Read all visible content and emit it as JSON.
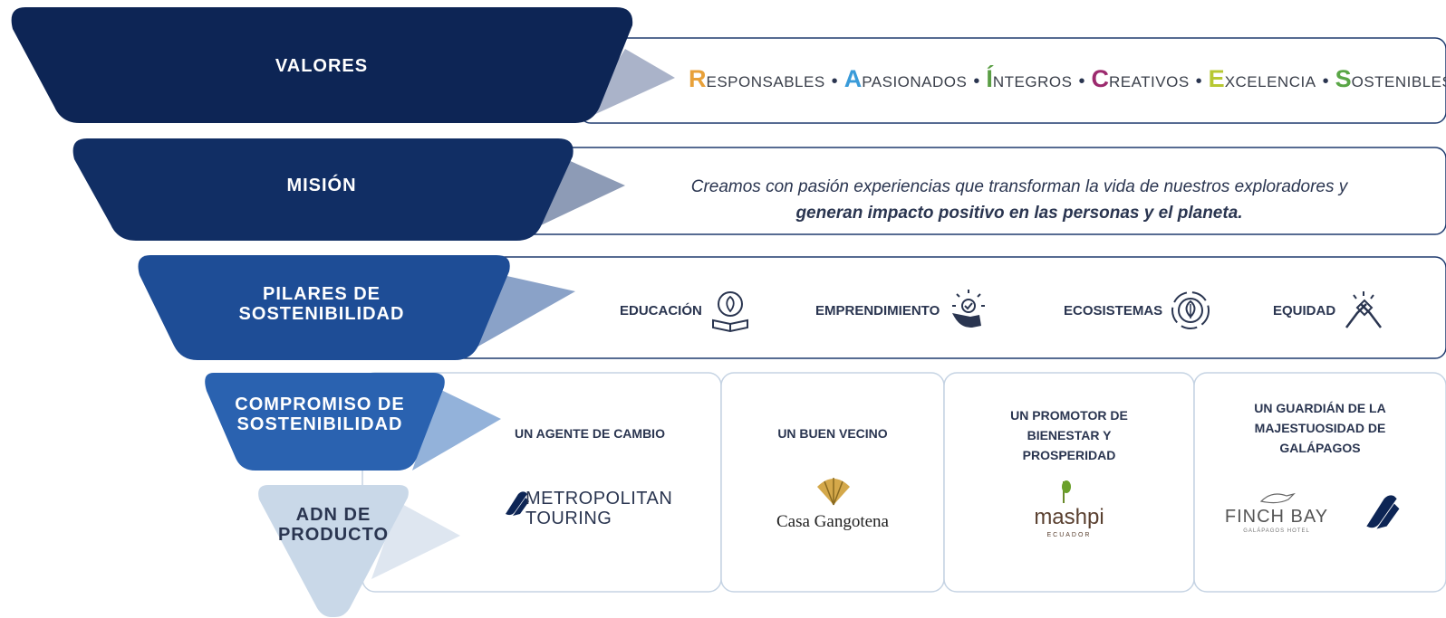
{
  "funnel": {
    "valores": "VALORES",
    "mision": "MISIÓN",
    "pilares": "PILARES DE\nSOSTENIBILIDAD",
    "compromiso": "COMPROMISO DE\nSOSTENIBILIDAD",
    "adn": "ADN DE\nPRODUCTO"
  },
  "values_row": [
    {
      "initial": "R",
      "rest": "ESPONSABLES",
      "color": "#e8a13a"
    },
    {
      "initial": "A",
      "rest": "PASIONADOS",
      "color": "#3a9bd9"
    },
    {
      "initial": "Í",
      "rest": "NTEGROS",
      "color": "#5a9e44"
    },
    {
      "initial": "C",
      "rest": "REATIVOS",
      "color": "#9c2a6e"
    },
    {
      "initial": "E",
      "rest": "XCELENCIA",
      "color": "#b7c832"
    },
    {
      "initial": "S",
      "rest": "OSTENIBLES",
      "color": "#5aa646"
    }
  ],
  "mission": {
    "line1": "Creamos con pasión experiencias que transforman la vida de nuestros exploradores y",
    "line2": "generan impacto positivo en las personas y el planeta."
  },
  "pillars": [
    {
      "label": "EDUCACIÓN",
      "icon": "globe-book-icon"
    },
    {
      "label": "EMPRENDIMIENTO",
      "icon": "hand-idea-icon"
    },
    {
      "label": "ECOSISTEMAS",
      "icon": "cycle-leaf-icon"
    },
    {
      "label": "EQUIDAD",
      "icon": "handshake-icon"
    }
  ],
  "commitments": [
    {
      "title": "UN AGENTE DE CAMBIO",
      "logo": "METROPOLITAN\nTOURING"
    },
    {
      "title": "UN BUEN VECINO",
      "logo": "Casa Gangotena"
    },
    {
      "title": "UN PROMOTOR DE\nBIENESTAR Y\nPROSPERIDAD",
      "logo": "mashpi",
      "logo_sub": "ECUADOR"
    },
    {
      "title": "UN GUARDIÁN DE LA\nMAJESTUOSIDAD DE\nGALÁPAGOS",
      "logo": "FINCH BAY",
      "logo_sub": "GALÁPAGOS HOTEL"
    }
  ],
  "colors": {
    "navy": "#0d2555",
    "navy2": "#112e64",
    "blue": "#1e4d96",
    "blue2": "#2a62b0",
    "light": "#c9d8e8",
    "shadow": "#8e9ab8"
  }
}
